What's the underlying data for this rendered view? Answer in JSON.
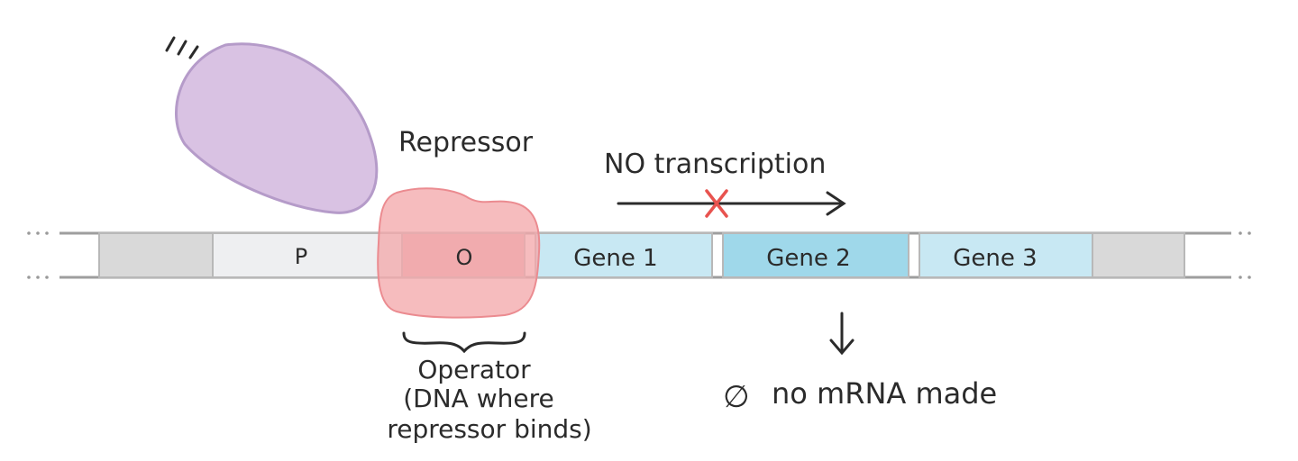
{
  "labels": {
    "repressor": "Repressor",
    "no_transcription": "NO transcription",
    "promoter": "P",
    "operator_seg": "O",
    "gene1": "Gene 1",
    "gene2": "Gene 2",
    "gene3": "Gene 3",
    "operator_line1": "Operator",
    "operator_line2": "(DNA where",
    "operator_line3": "repressor binds)",
    "no_mrna": "no mRNA made",
    "empty_set_symbol": "∅"
  },
  "colors": {
    "outer_segment": "#d9d9d9",
    "promoter_segment": "#eeeff1",
    "operator_segment": "#e7b2b4",
    "gene1": "#c8e8f3",
    "gene2": "#9fd8ea",
    "gene3": "#c8e8f3",
    "repressor": "#f4a9ac",
    "inducer_blob": "#d9c2e3",
    "cross": "#e8534f"
  }
}
